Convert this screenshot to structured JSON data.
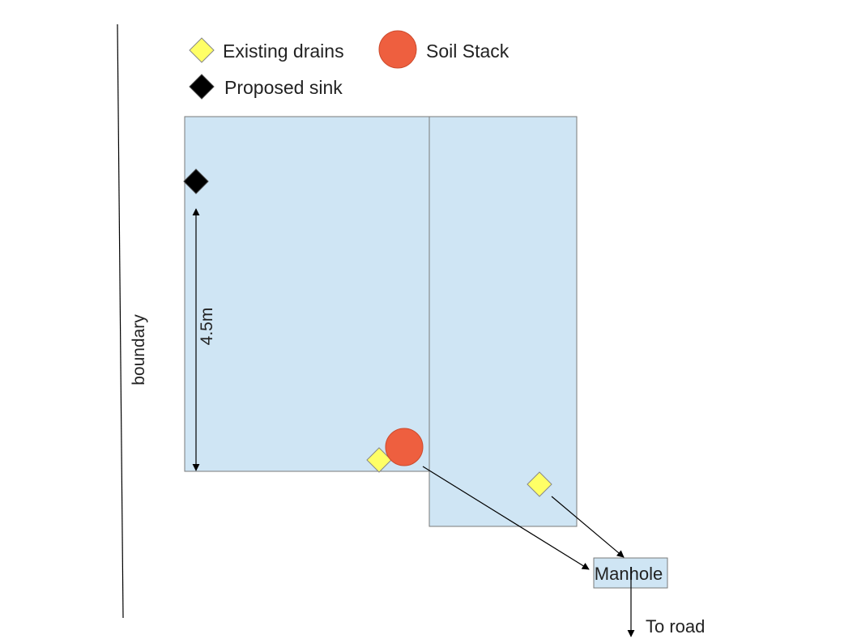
{
  "legend": {
    "existing_drains": "Existing drains",
    "soil_stack": "Soil Stack",
    "proposed_sink": "Proposed sink"
  },
  "labels": {
    "boundary": "boundary",
    "dimension": "4.5m",
    "manhole": "Manhole",
    "to_road": "To road"
  },
  "colors": {
    "room_fill": "#cfe5f4",
    "outline": "#7a7a7a",
    "drain": "#ffff66",
    "stack": "#ee5f3f",
    "sink": "#000000",
    "line": "#000000"
  },
  "icons": {
    "drain": "yellow-diamond",
    "stack": "orange-circle",
    "sink": "black-diamond"
  }
}
